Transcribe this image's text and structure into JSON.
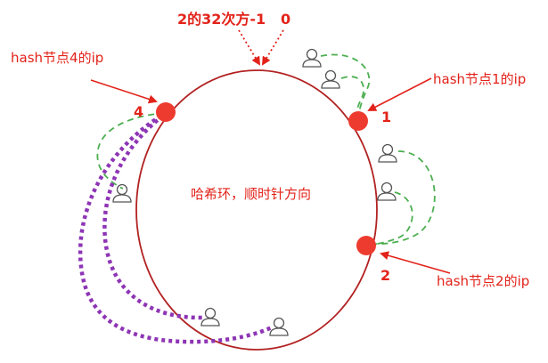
{
  "top_label": "2的32次方-1",
  "zero_label": "0",
  "center_label": "哈希环，顺时针方向",
  "node_labels": {
    "node1": "hash节点1的ip",
    "node2": "hash节点2的ip",
    "node4": "hash节点4的ip"
  },
  "node_numbers": {
    "node1": "1",
    "node2": "2",
    "node4": "4"
  },
  "colors": {
    "ring": "#b22222",
    "node": "#ee3b2f",
    "label": "#e2231a",
    "green_link": "#4caf50",
    "purple_link": "#8e35b5",
    "user_icon": "#555555"
  },
  "icons": {
    "user": "user-icon"
  }
}
